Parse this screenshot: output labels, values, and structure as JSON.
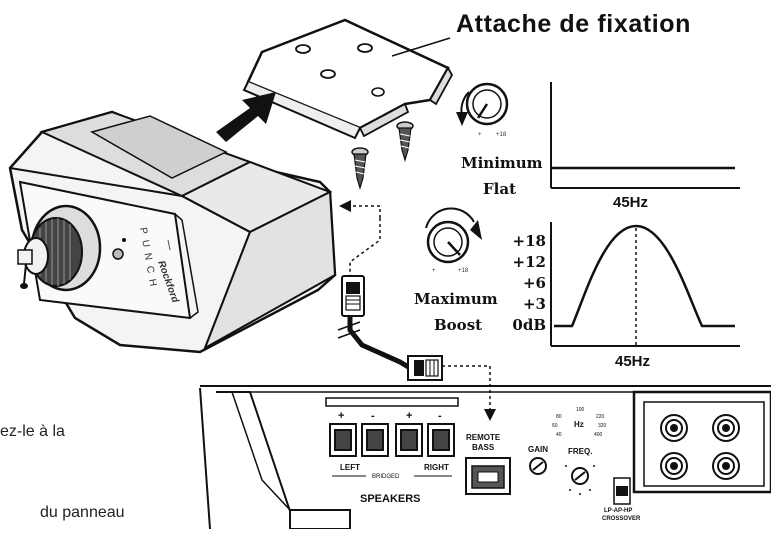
{
  "title": "Attache de fixation",
  "min_knob": {
    "label_line1": "Minimum",
    "label_line2": "Flat",
    "tick_left": "+",
    "tick_right": "+18"
  },
  "max_knob": {
    "label_line1": "Maximum",
    "label_line2": "Boost",
    "tick_left": "+",
    "tick_right": "+18"
  },
  "graph_flat": {
    "freq_label": "45Hz"
  },
  "graph_boost": {
    "freq_label": "45Hz"
  },
  "boost_scale": [
    "+18",
    "+12",
    "+6",
    "+3",
    "0dB"
  ],
  "amp_panel": {
    "speakers_label": "SPEAKERS",
    "bridged_label": "BRIDGED",
    "left_label": "LEFT",
    "right_label": "RIGHT",
    "plus": "+",
    "minus": "-",
    "remote_label_line1": "REMOTE",
    "remote_label_line2": "BASS",
    "gain_label": "GAIN",
    "freq_label": "FREQ.",
    "hz_label": "Hz",
    "crossover_label_line1": "LP-AP-HP",
    "crossover_label_line2": "CROSSOVER",
    "freq_ticks": [
      "100",
      "80",
      "220",
      "60",
      "320",
      "40",
      "400"
    ]
  },
  "remote_unit": {
    "brand": "Rockford",
    "punch": "PUNCH"
  },
  "body_text": {
    "line1": "ez-le à la",
    "line2": "du panneau"
  }
}
